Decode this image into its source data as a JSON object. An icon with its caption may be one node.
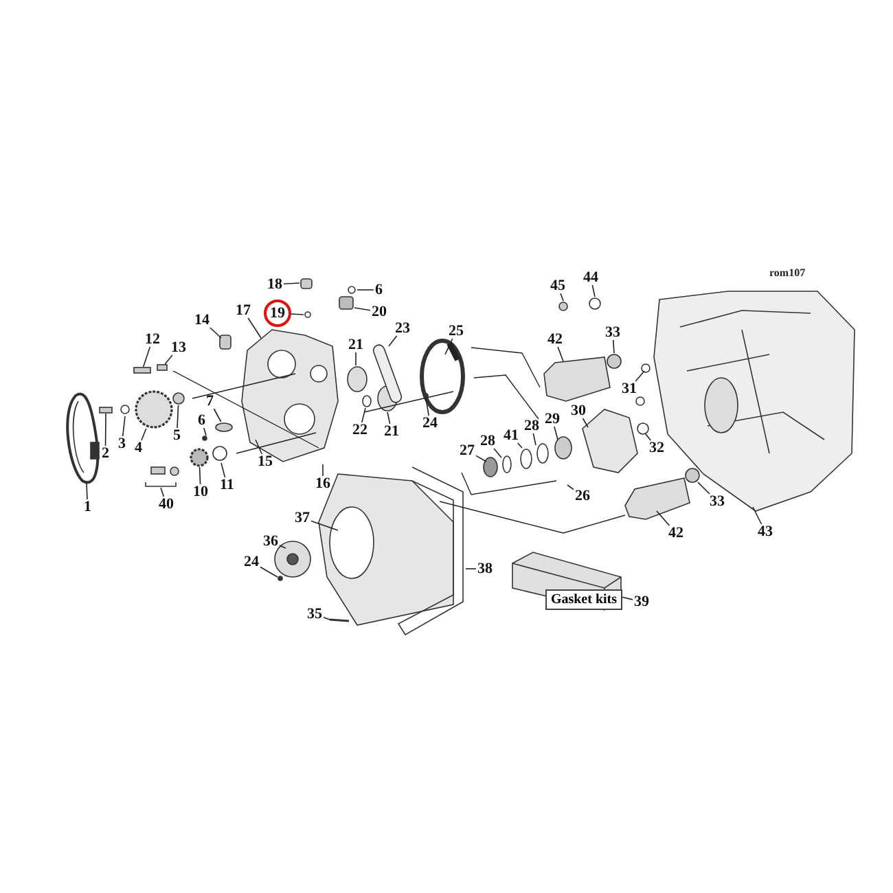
{
  "diagram": {
    "nodes": [
      {
        "text": [
          "18"
        ]
      },
      {
        "text": [
          "6"
        ]
      },
      {
        "text": [
          "19"
        ]
      },
      {
        "text": [
          "17"
        ]
      },
      {
        "text": [
          "20"
        ]
      },
      {
        "text": [
          "14"
        ]
      },
      {
        "text": [
          "23"
        ]
      },
      {
        "text": [
          "25"
        ]
      },
      {
        "text": [
          "12"
        ]
      },
      {
        "text": [
          "13"
        ]
      },
      {
        "text": [
          "21"
        ]
      },
      {
        "text": [
          "45"
        ]
      },
      {
        "text": [
          "44"
        ]
      },
      {
        "text": [
          "42"
        ]
      },
      {
        "text": [
          "33"
        ]
      },
      {
        "text": [
          "31"
        ]
      },
      {
        "text": [
          "7"
        ]
      },
      {
        "text": [
          "6"
        ]
      },
      {
        "text": [
          "30"
        ]
      },
      {
        "text": [
          "29"
        ]
      },
      {
        "text": [
          "28"
        ]
      },
      {
        "text": [
          "24"
        ]
      },
      {
        "text": [
          "22"
        ]
      },
      {
        "text": [
          "21"
        ]
      },
      {
        "text": [
          "5"
        ]
      },
      {
        "text": [
          "41"
        ]
      },
      {
        "text": [
          "28"
        ]
      },
      {
        "text": [
          "3"
        ]
      },
      {
        "text": [
          "4"
        ]
      },
      {
        "text": [
          "32"
        ]
      },
      {
        "text": [
          "2"
        ]
      },
      {
        "text": [
          "27"
        ]
      },
      {
        "text": [
          "15"
        ]
      },
      {
        "text": [
          "16"
        ]
      },
      {
        "text": [
          "11"
        ]
      },
      {
        "text": [
          "10"
        ]
      },
      {
        "text": [
          "40"
        ]
      },
      {
        "text": [
          "26"
        ]
      },
      {
        "text": [
          "33"
        ]
      },
      {
        "text": [
          "1"
        ]
      },
      {
        "text": [
          "37"
        ]
      },
      {
        "text": [
          "42"
        ]
      },
      {
        "text": [
          "43"
        ]
      },
      {
        "text": [
          "36"
        ]
      },
      {
        "text": [
          "24"
        ]
      },
      {
        "text": [
          "38"
        ]
      },
      {
        "text": [
          "Gasket kits"
        ]
      },
      {
        "text": [
          "39"
        ]
      },
      {
        "text": [
          "35"
        ]
      },
      {
        "text": [],
        "shape": "box"
      },
      {
        "text": [],
        "shape": "circle"
      },
      {
        "text": [],
        "shape": "circle"
      },
      {
        "text": [],
        "shape": "circle"
      },
      {
        "text": [],
        "shape": "circle"
      },
      {
        "text": [],
        "shape": "circle"
      },
      {
        "text": [],
        "shape": "box"
      },
      {
        "text": [],
        "shape": "bar"
      }
    ],
    "edges": [
      {
        "from": 0,
        "to": null,
        "arrow": "none"
      },
      {
        "from": 1,
        "to": null,
        "arrow": "none"
      },
      {
        "from": 2,
        "to": null,
        "arrow": "none"
      },
      {
        "from": 3,
        "to": null,
        "arrow": "none"
      },
      {
        "from": 4,
        "to": null,
        "arrow": "none"
      },
      {
        "from": 5,
        "to": null,
        "arrow": "none"
      },
      {
        "from": 6,
        "to": null,
        "arrow": "none"
      },
      {
        "from": 7,
        "to": null,
        "arrow": "none"
      },
      {
        "from": 8,
        "to": 56,
        "arrow": "none"
      },
      {
        "from": 9,
        "to": 55,
        "arrow": "none"
      },
      {
        "from": 10,
        "to": null,
        "arrow": "none"
      },
      {
        "from": 11,
        "to": null,
        "arrow": "none"
      },
      {
        "from": 12,
        "to": null,
        "arrow": "none"
      },
      {
        "from": 13,
        "to": null,
        "arrow": "none"
      },
      {
        "from": 14,
        "to": null,
        "arrow": "none"
      },
      {
        "from": 15,
        "to": null,
        "arrow": "none"
      },
      {
        "from": 16,
        "to": 54,
        "arrow": "none"
      },
      {
        "from": 17,
        "to": null,
        "arrow": "none"
      },
      {
        "from": 18,
        "to": null,
        "arrow": "none"
      },
      {
        "from": 19,
        "to": null,
        "arrow": "none"
      },
      {
        "from": 20,
        "to": null,
        "arrow": "none"
      },
      {
        "from": 21,
        "to": null,
        "arrow": "none"
      },
      {
        "from": 22,
        "to": null,
        "arrow": "none"
      },
      {
        "from": 23,
        "to": null,
        "arrow": "none"
      },
      {
        "from": 24,
        "to": 51,
        "arrow": "none"
      },
      {
        "from": 25,
        "to": null,
        "arrow": "none"
      },
      {
        "from": 26,
        "to": 53,
        "arrow": "none"
      },
      {
        "from": 27,
        "to": null,
        "arrow": "none"
      },
      {
        "from": 28,
        "to": 50,
        "arrow": "none"
      },
      {
        "from": 29,
        "to": null,
        "arrow": "none"
      },
      {
        "from": 30,
        "to": 49,
        "arrow": "none"
      },
      {
        "from": 31,
        "to": null,
        "arrow": "none"
      },
      {
        "from": 32,
        "to": null,
        "arrow": "none"
      },
      {
        "from": 33,
        "to": null,
        "arrow": "none"
      },
      {
        "from": 34,
        "to": null,
        "arrow": "none"
      },
      {
        "from": 35,
        "to": 52,
        "arrow": "none"
      },
      {
        "from": 36,
        "to": null,
        "arrow": "none"
      },
      {
        "from": 37,
        "to": null,
        "arrow": "none"
      },
      {
        "from": 38,
        "to": null,
        "arrow": "none"
      },
      {
        "from": 39,
        "to": null,
        "arrow": "none"
      },
      {
        "from": 40,
        "to": null,
        "arrow": "none"
      },
      {
        "from": 41,
        "to": null,
        "arrow": "none"
      },
      {
        "from": 42,
        "to": null,
        "arrow": "none"
      },
      {
        "from": 43,
        "to": null,
        "arrow": "none"
      },
      {
        "from": 44,
        "to": null,
        "arrow": "none"
      },
      {
        "from": 45,
        "to": null,
        "arrow": "none"
      },
      {
        "from": 47,
        "to": 46,
        "arrow": "none"
      },
      {
        "from": 48,
        "to": null,
        "arrow": "none"
      }
    ],
    "labels": [
      "rom107"
    ]
  }
}
